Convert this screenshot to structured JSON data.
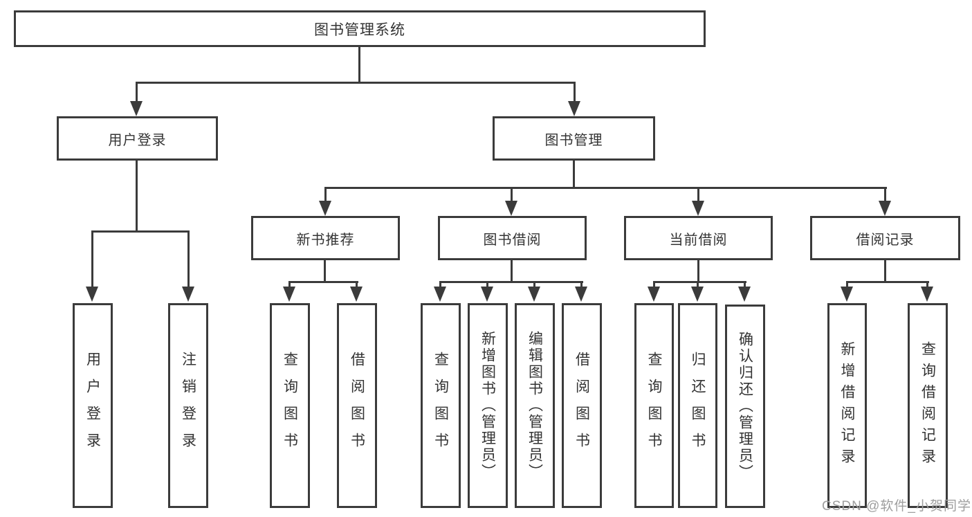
{
  "colors": {
    "background": "#ffffff",
    "line": "#3b3b3b",
    "box_border": "#3b3b3b",
    "text": "#333333",
    "watermark": "#9e9e9e"
  },
  "watermark": {
    "text": "CSDN @软件_小贺同学"
  },
  "diagram": {
    "root": {
      "label": "图书管理系统"
    },
    "branches": [
      {
        "label": "用户登录",
        "children": [
          {
            "label": "用户登录"
          },
          {
            "label": "注销登录"
          }
        ]
      },
      {
        "label": "图书管理",
        "children": [
          {
            "label": "新书推荐",
            "children": [
              {
                "label": "查询图书"
              },
              {
                "label": "借阅图书"
              }
            ]
          },
          {
            "label": "图书借阅",
            "children": [
              {
                "label": "查询图书"
              },
              {
                "label": "新增图书（管理员）"
              },
              {
                "label": "编辑图书（管理员）"
              },
              {
                "label": "借阅图书"
              }
            ]
          },
          {
            "label": "当前借阅",
            "children": [
              {
                "label": "查询图书"
              },
              {
                "label": "归还图书"
              },
              {
                "label": "确认归还（管理员）"
              }
            ]
          },
          {
            "label": "借阅记录",
            "children": [
              {
                "label": "新增借阅记录"
              },
              {
                "label": "查询借阅记录"
              }
            ]
          }
        ]
      }
    ]
  }
}
